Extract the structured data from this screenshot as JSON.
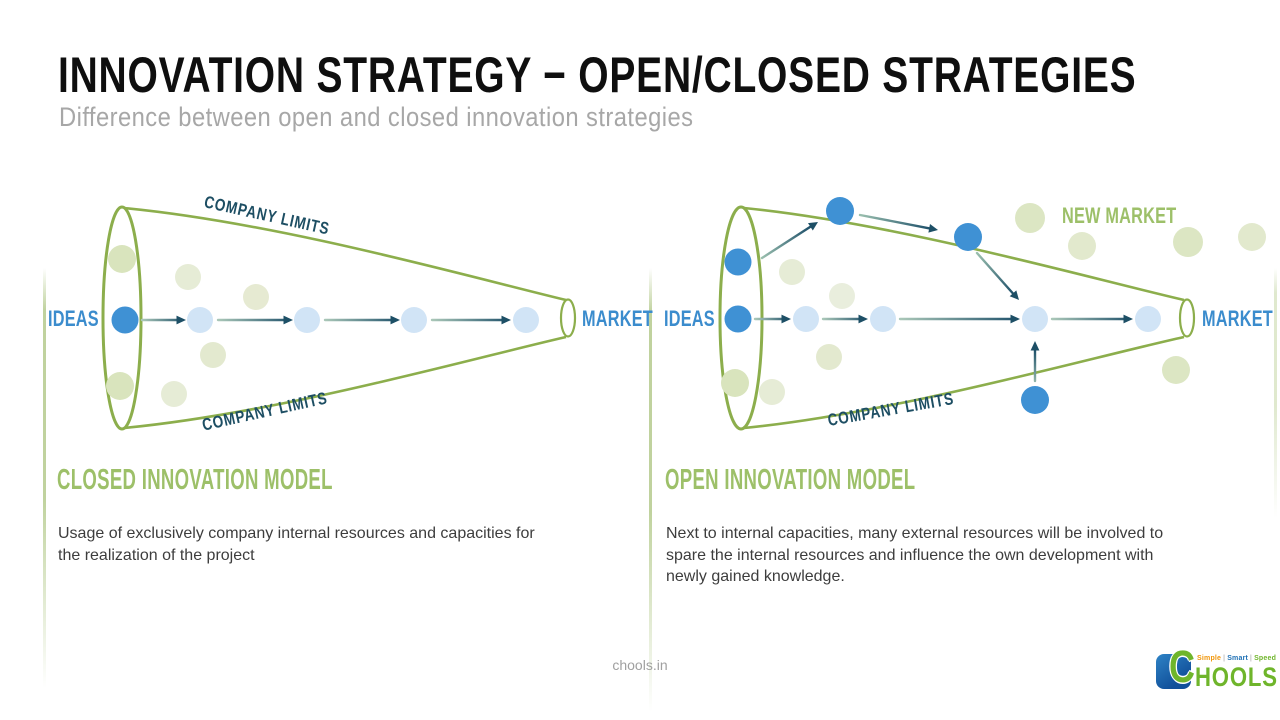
{
  "slide": {
    "title": "INNOVATION STRATEGY − OPEN/CLOSED STRATEGIES",
    "subtitle": "Difference between open and closed innovation strategies",
    "footer_site": "chools.in"
  },
  "closed_panel": {
    "heading": "CLOSED INNOVATION MODEL",
    "description": "Usage of exclusively company internal resources and capacities for the realization of the project",
    "ideas_label": "IDEAS",
    "market_label": "MARKET",
    "company_limits_top": "COMPANY LIMITS",
    "company_limits_bottom": "COMPANY LIMITS"
  },
  "open_panel": {
    "heading": "OPEN INNOVATION MODEL",
    "description": "Next to internal capacities, many external resources will be involved to spare the internal resources and influence the own development with newly gained knowledge.",
    "ideas_label": "IDEAS",
    "market_label": "MARKET",
    "new_market_label": "NEW MARKET",
    "company_limits_bottom": "COMPANY LIMITS"
  },
  "logo": {
    "initial": "C",
    "name_rest": "HOOLS",
    "tagline": {
      "word1": "Simple",
      "sep1": "|",
      "word2": "Smart",
      "sep2": "|",
      "word3": "Speed"
    }
  },
  "colors": {
    "accent_green": "#9dc069",
    "funnel_green": "#8cae4c",
    "label_blue": "#3b8ccd",
    "dark_teal": "#1d4e63",
    "idea_dot_blue": "#3f91d4",
    "idea_dot_light_blue": "#d1e4f6",
    "idea_dot_pale_green": "#dfe7c7"
  }
}
